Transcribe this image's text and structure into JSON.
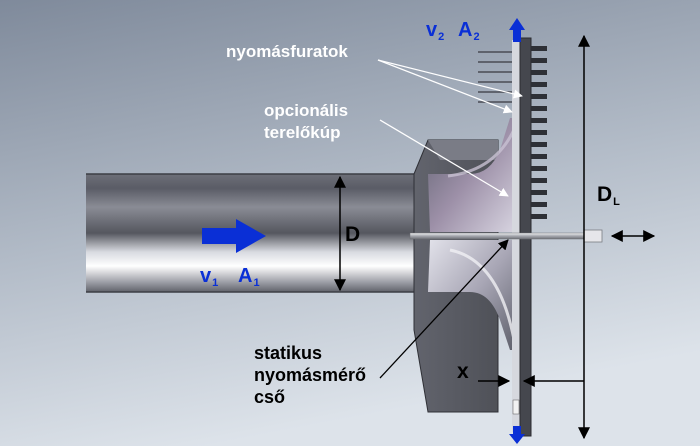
{
  "labels": {
    "pressure_taps": "nyomásfuratok",
    "optional_cone_line1": "opcionális",
    "optional_cone_line2": "terelőkúp",
    "static_tube_line1": "statikus",
    "static_tube_line2": "nyomásmérő",
    "static_tube_line3": "cső",
    "diameter_D": "D",
    "diameter_DL_main": "D",
    "diameter_DL_sub": "L",
    "gap_x": "x",
    "inlet_velocity": "v",
    "inlet_velocity_sub": "1",
    "inlet_area": "A",
    "inlet_area_sub": "1",
    "outlet_velocity": "v",
    "outlet_velocity_sub": "2",
    "outlet_area": "A",
    "outlet_area_sub": "2"
  },
  "colors": {
    "flow_arrow": "#0a2fd6",
    "annotation_text_light": "#ffffff",
    "annotation_text_dark": "#000000",
    "background_top": "#7f8a9b",
    "background_bottom": "#dde3ea"
  }
}
